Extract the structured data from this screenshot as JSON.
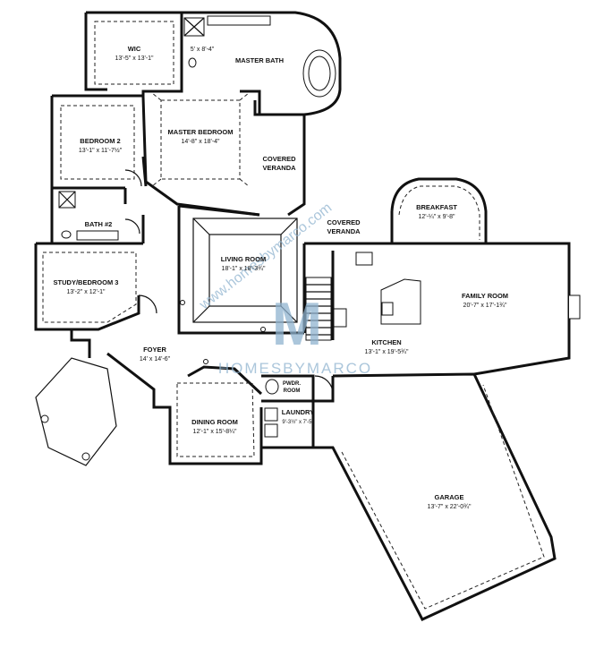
{
  "rooms": {
    "wic": {
      "name": "WIC",
      "dim": "13'-5\" x 13'-1\""
    },
    "closet": {
      "dim": "5' x 8'-4\""
    },
    "master_bath": {
      "name": "MASTER BATH"
    },
    "master_bedroom": {
      "name": "MASTER BEDROOM",
      "dim": "14'-8\" x 18'-4\""
    },
    "bedroom2": {
      "name": "BEDROOM 2",
      "dim": "13'-1\" x 11'-7½\""
    },
    "covered_veranda_1": {
      "name1": "COVERED",
      "name2": "VERANDA"
    },
    "covered_veranda_2": {
      "name1": "COVERED",
      "name2": "VERANDA"
    },
    "breakfast": {
      "name": "BREAKFAST",
      "dim": "12'-¼\" x 9'-8\""
    },
    "bath2": {
      "name": "BATH #2"
    },
    "living_room": {
      "name": "LIVING ROOM",
      "dim": "18'-1\" x 18'-3¾\""
    },
    "family_room": {
      "name": "FAMILY ROOM",
      "dim": "20'-7\" x 17'-1¾\""
    },
    "study": {
      "name": "STUDY/BEDROOM 3",
      "dim": "13'-2\" x 12'-1\""
    },
    "foyer": {
      "name": "FOYER",
      "dim": "14' x 14'-6\""
    },
    "kitchen": {
      "name": "KITCHEN",
      "dim": "13'-1\" x 19'-5¾\""
    },
    "powder_room": {
      "name1": "PWDR.",
      "name2": "ROOM"
    },
    "laundry": {
      "name": "LAUNDRY",
      "dim": "9'-3½\" x 7'-5\""
    },
    "dining_room": {
      "name": "DINING ROOM",
      "dim": "12'-1\" x 15'-8¼\""
    },
    "garage": {
      "name": "GARAGE",
      "dim": "13'-7\" x 22'-0¾\""
    }
  },
  "watermark": {
    "url": "www.homesbymarco.com",
    "brand": "HOMESBYMARCO",
    "logo_letter": "M",
    "color": "#8fb3cf"
  }
}
